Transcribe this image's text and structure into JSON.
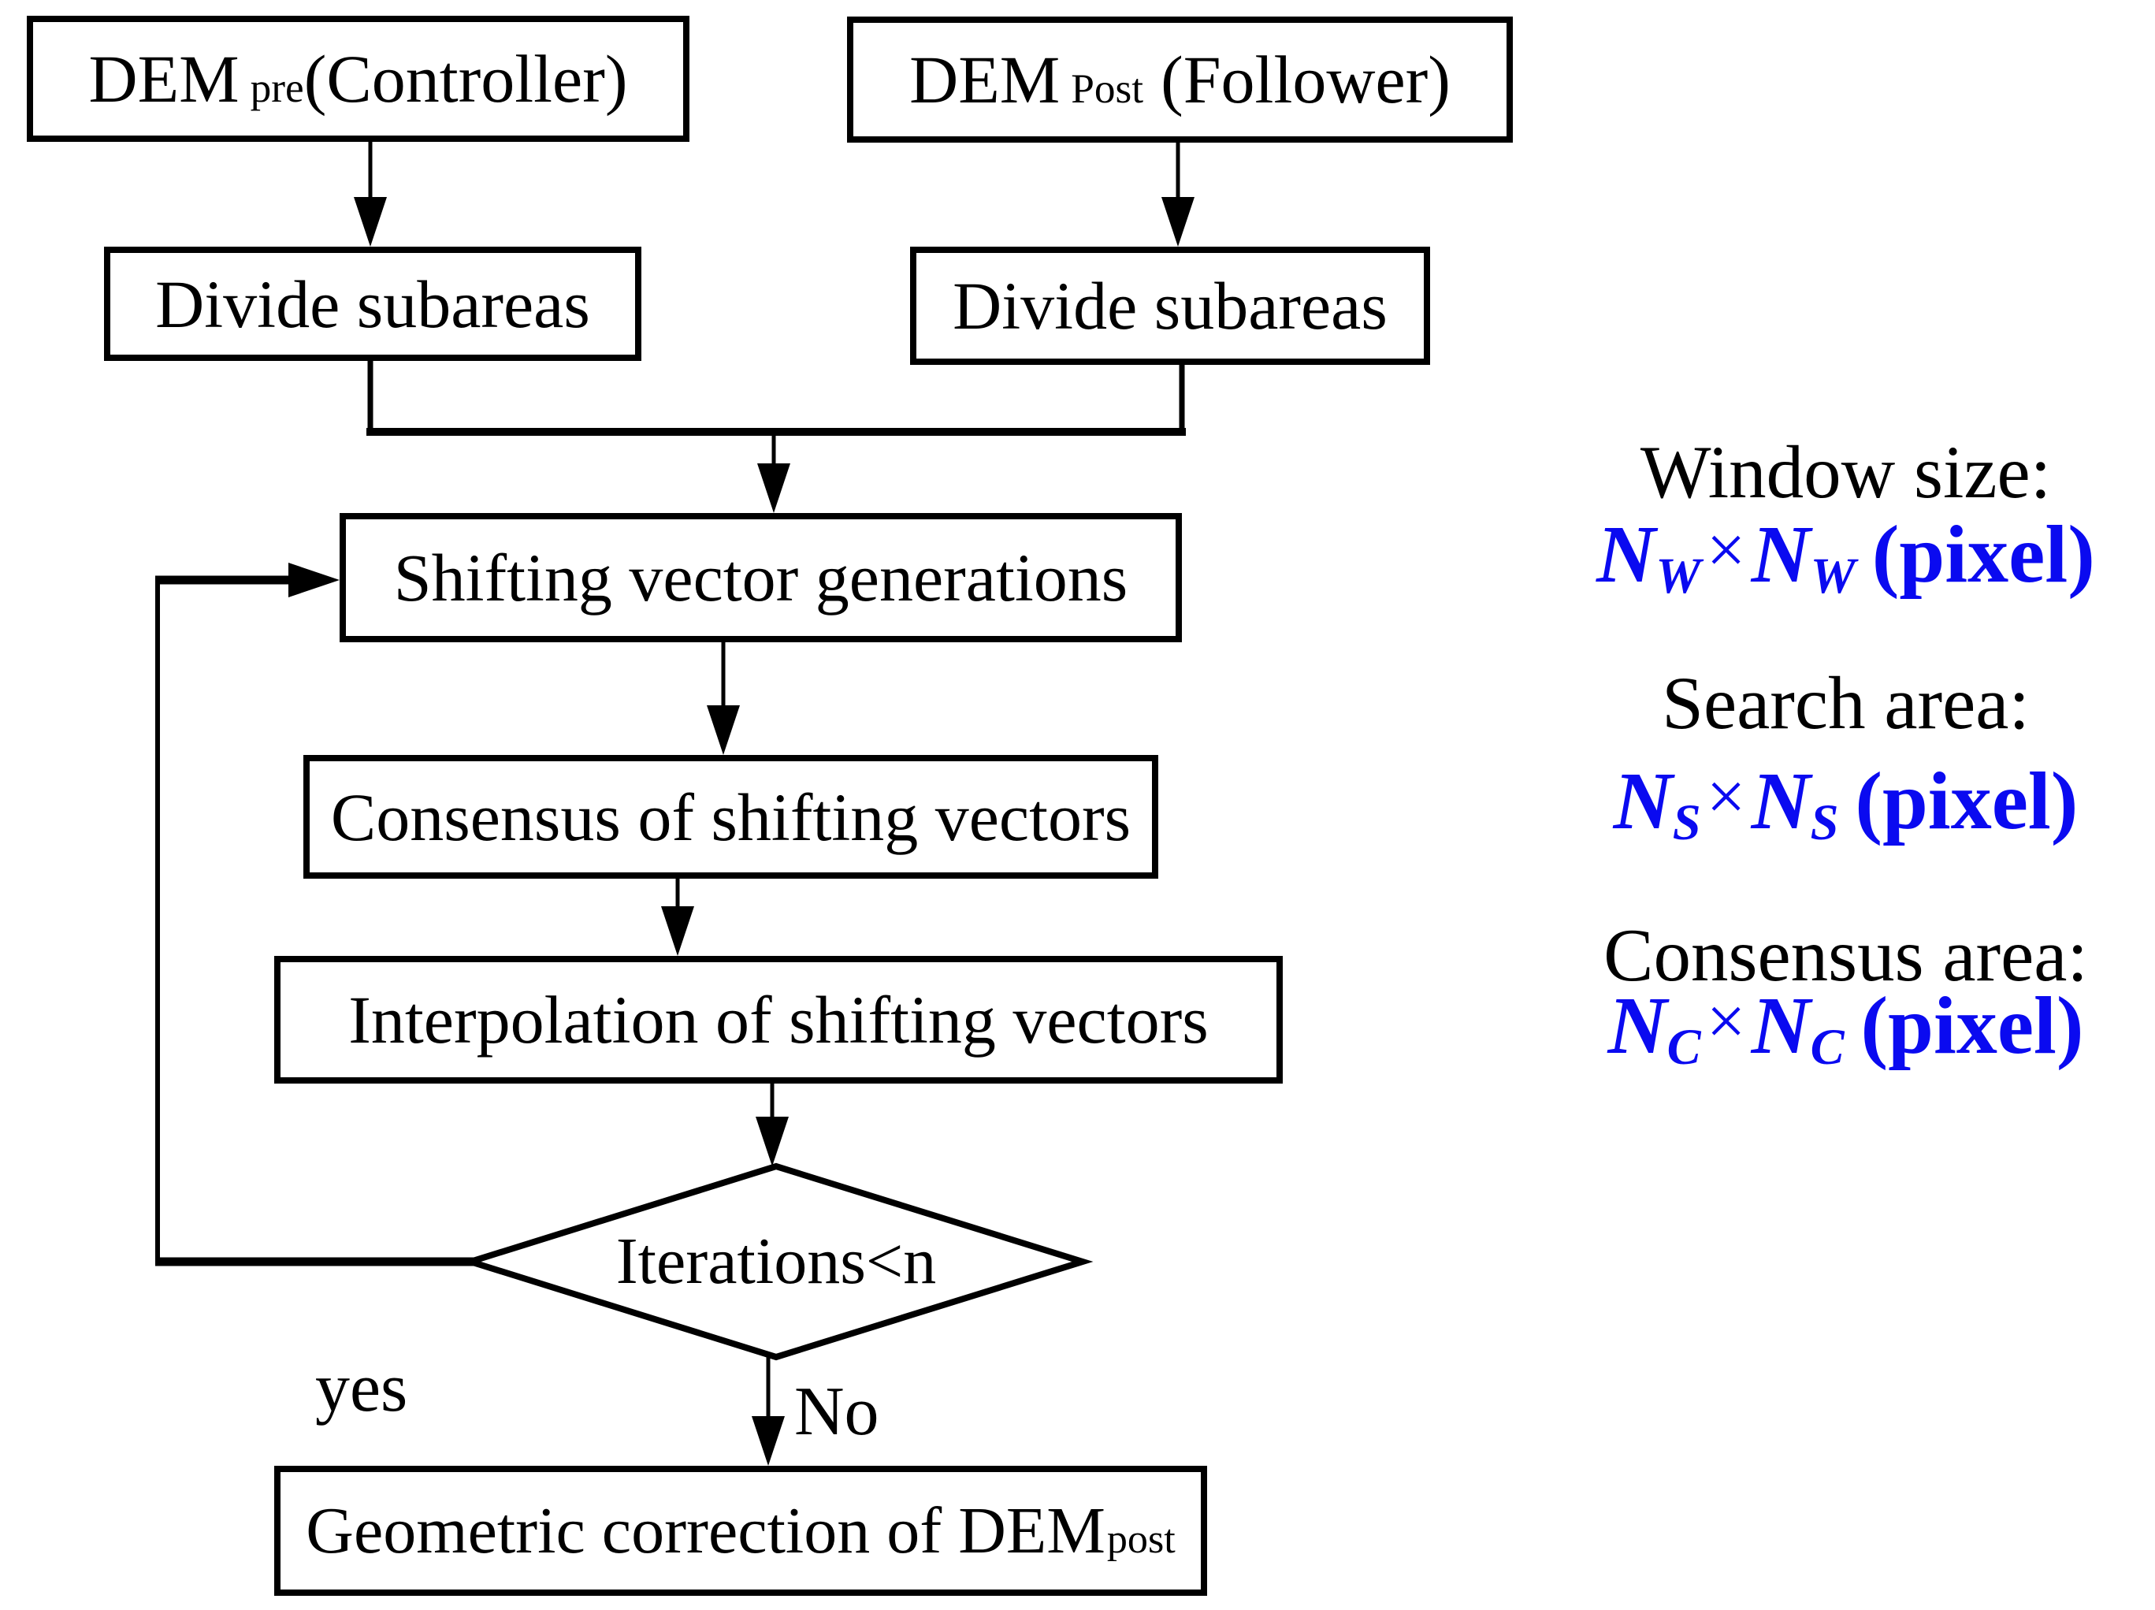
{
  "colors": {
    "ink": "#000000",
    "background": "#ffffff",
    "accent_blue": "#0A0AF0"
  },
  "nodes": {
    "dem_pre": {
      "main": "DEM",
      "sub": "pre",
      "rest": "(Controller)"
    },
    "dem_post": {
      "main": "DEM",
      "sub": "Post",
      "rest": "(Follower)"
    },
    "divide_left": {
      "label": "Divide subareas"
    },
    "divide_right": {
      "label": "Divide subareas"
    },
    "shifting": {
      "label": "Shifting vector generations"
    },
    "consensus": {
      "label": "Consensus of shifting vectors"
    },
    "interpolation": {
      "label": "Interpolation of shifting vectors"
    },
    "decision": {
      "label": "Iterations<n"
    },
    "geometric": {
      "main": "Geometric correction of DEM",
      "sub": "post"
    }
  },
  "edge_labels": {
    "yes": "yes",
    "no": "No"
  },
  "annotations": [
    {
      "title": "Window size:",
      "var": "N",
      "sub": "W",
      "times": "×",
      "unit": "(pixel)"
    },
    {
      "title": "Search area:",
      "var": "N",
      "sub": "S",
      "times": "×",
      "unit": "(pixel)"
    },
    {
      "title": "Consensus area:",
      "var": "N",
      "sub": "C",
      "times": "×",
      "unit": "(pixel)"
    }
  ]
}
